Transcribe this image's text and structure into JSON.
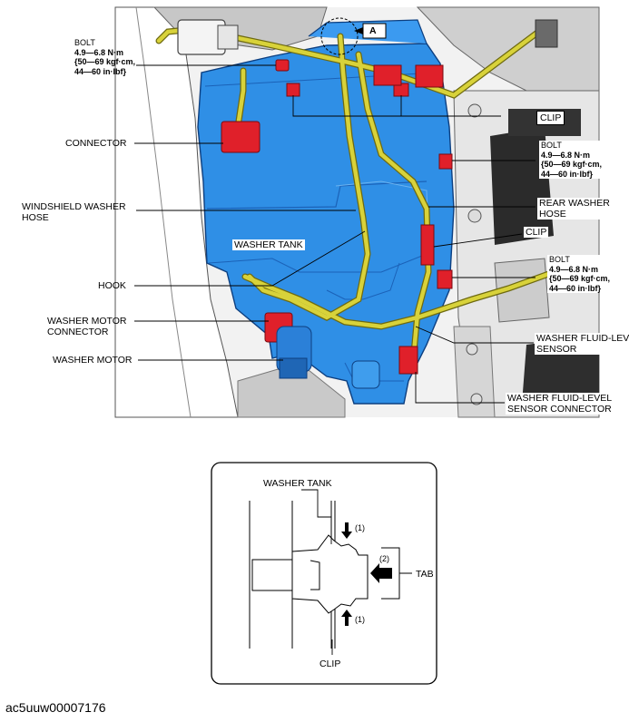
{
  "labels": {
    "bolt_top": {
      "title": "BOLT",
      "l1": "4.9—6.8 N·m",
      "l2": "{50—69 kgf·cm,",
      "l3": "44—60 in·lbf}"
    },
    "bolt_mid": {
      "title": "BOLT",
      "l1": "4.9—6.8 N·m",
      "l2": "{50—69 kgf·cm,",
      "l3": "44—60 in·lbf}"
    },
    "bolt_low": {
      "title": "BOLT",
      "l1": "4.9—6.8 N·m",
      "l2": "{50—69 kgf·cm,",
      "l3": "44—60 in·lbf}"
    },
    "connector": "CONNECTOR",
    "windshield_hose_1": "WINDSHIELD WASHER",
    "windshield_hose_2": "HOSE",
    "washer_tank": "WASHER TANK",
    "hook": "HOOK",
    "motor_connector_1": "WASHER MOTOR",
    "motor_connector_2": "CONNECTOR",
    "washer_motor": "WASHER MOTOR",
    "clip_top": "CLIP",
    "clip_mid": "CLIP",
    "rear_hose_1": "REAR WASHER",
    "rear_hose_2": "HOSE",
    "level_sensor_1": "WASHER FLUID-LEVEL",
    "level_sensor_2": "SENSOR",
    "level_conn_1": "WASHER FLUID-LEVEL",
    "level_conn_2": "SENSOR CONNECTOR",
    "view_a": "A"
  },
  "inset": {
    "washer_tank": "WASHER TANK",
    "step1_top": "(1)",
    "step1_bottom": "(1)",
    "step2": "(2)",
    "tab": "TAB",
    "clip": "CLIP"
  },
  "footer": "ac5uuw00007176",
  "colors": {
    "tank": "#2f8fe6",
    "tank_dark": "#1b62b8",
    "hose": "#d8d23a",
    "hose_dark": "#6e6a10",
    "part_red": "#e0202a",
    "body_gray": "#b4b4b4",
    "body_dark": "#3a3a3a"
  }
}
